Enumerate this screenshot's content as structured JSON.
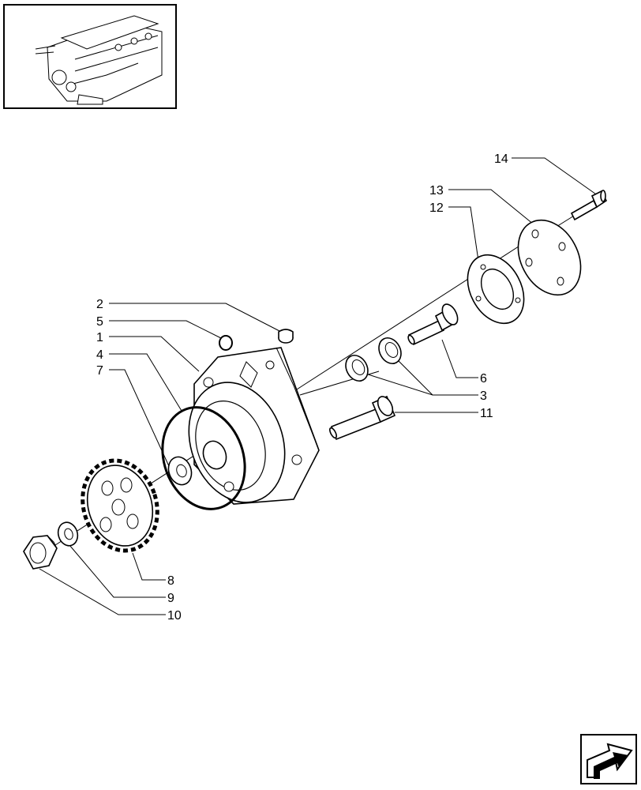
{
  "diagram": {
    "callouts": {
      "c1": "1",
      "c2": "2",
      "c3": "3",
      "c4": "4",
      "c5": "5",
      "c6": "6",
      "c7": "7",
      "c8": "8",
      "c9": "9",
      "c10": "10",
      "c11": "11",
      "c12": "12",
      "c13": "13",
      "c14": "14"
    }
  },
  "thumbnail": {
    "icon": "engine-thumbnail-icon"
  },
  "navigation": {
    "icon": "next-page-arrow-icon"
  }
}
